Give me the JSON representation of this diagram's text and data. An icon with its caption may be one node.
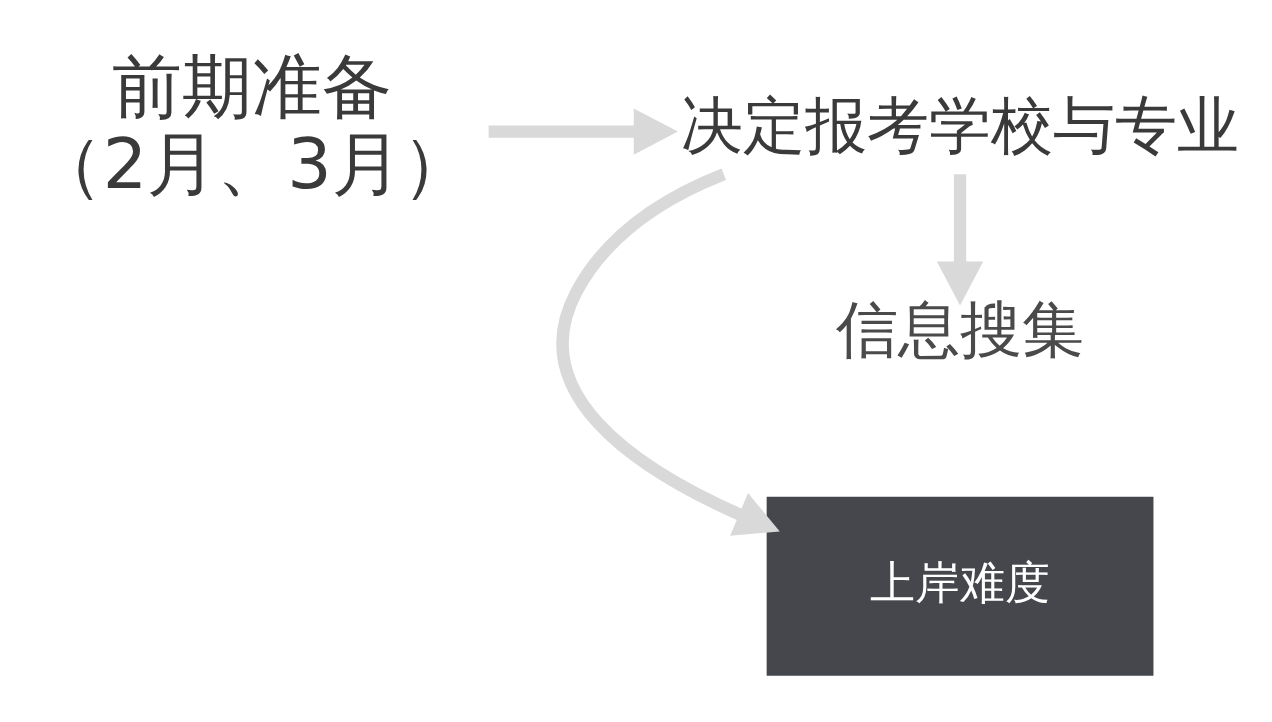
{
  "diagram": {
    "nodes": [
      {
        "text": [
          "前期准备",
          "（2月、3月）"
        ]
      },
      {
        "text": [
          "决定报考学校与专业"
        ]
      },
      {
        "text": [
          "上岸难度"
        ]
      },
      {
        "text": [
          "信息搜集"
        ]
      }
    ],
    "edges": [
      {
        "from": 0,
        "to": 1,
        "arrow": "to"
      },
      {
        "from": 1,
        "to": 2,
        "arrow": "to"
      },
      {
        "from": 1,
        "to": 3,
        "arrow": "to"
      }
    ]
  }
}
